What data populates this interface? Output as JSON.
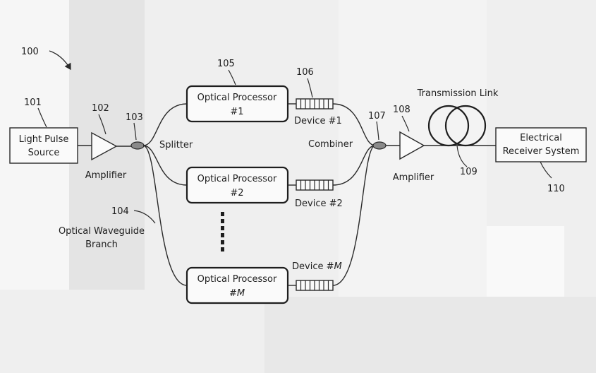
{
  "figure": {
    "ref": "100",
    "source_ref": "101",
    "source_label": [
      "Light Pulse",
      "Source"
    ],
    "amp1_ref": "102",
    "amp1_label": "Amplifier",
    "splitter_ref": "103",
    "splitter_label": "Splitter",
    "branch_ref": "104",
    "branch_label": [
      "Optical Waveguide",
      "Branch"
    ],
    "processor_ref": "105",
    "device_ref": "106",
    "processors": [
      {
        "line1": "Optical Processor",
        "line2": "#1",
        "device": "Device #1"
      },
      {
        "line1": "Optical Processor",
        "line2": "#2",
        "device": "Device #2"
      },
      {
        "line1": "Optical Processor",
        "line2": "#M",
        "device": "Device #M"
      }
    ],
    "combiner_ref": "107",
    "combiner_label": "Combiner",
    "amp2_ref": "108",
    "amp2_label": "Amplifier",
    "link_label": "Transmission Link",
    "link_ref": "109",
    "receiver_label": [
      "Electrical",
      "Receiver System"
    ],
    "receiver_ref": "110"
  },
  "colors": {
    "line": "#2a2a2a",
    "splice_fill": "#8a8a8a",
    "box_fill": "#fafafa"
  }
}
